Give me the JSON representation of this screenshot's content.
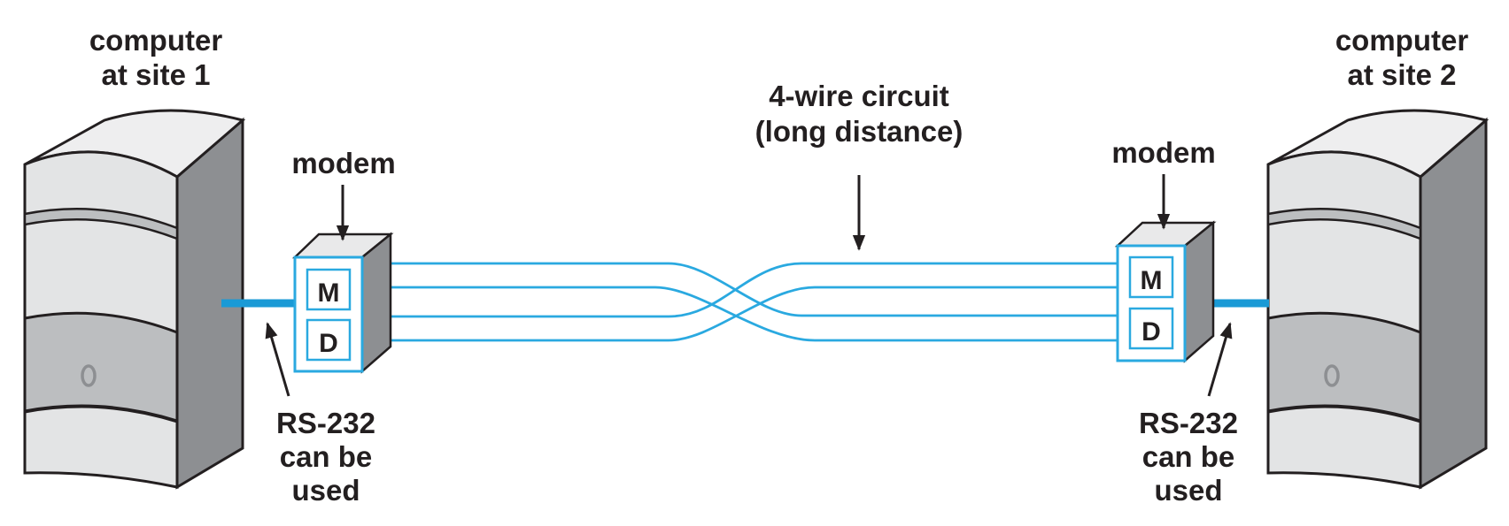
{
  "computers": [
    {
      "label_line1": "computer",
      "label_line2": "at site 1"
    },
    {
      "label_line1": "computer",
      "label_line2": "at site 2"
    }
  ],
  "modems": [
    {
      "label": "modem",
      "upper_key": "M",
      "lower_key": "D"
    },
    {
      "label": "modem",
      "upper_key": "M",
      "lower_key": "D"
    }
  ],
  "circuit": {
    "label_line1": "4-wire circuit",
    "label_line2": "(long distance)"
  },
  "rs232": [
    {
      "line1": "RS-232",
      "line2": "can be",
      "line3": "used"
    },
    {
      "line1": "RS-232",
      "line2": "can be",
      "line3": "used"
    }
  ],
  "colors": {
    "wire": "#2aa9e0",
    "serial_cable": "#1a9ad6",
    "case_front": "#e3e4e5",
    "case_band": "#bcbec0",
    "case_side": "#8d8f92",
    "case_top": "#f1f1f2",
    "outline": "#231f20"
  }
}
